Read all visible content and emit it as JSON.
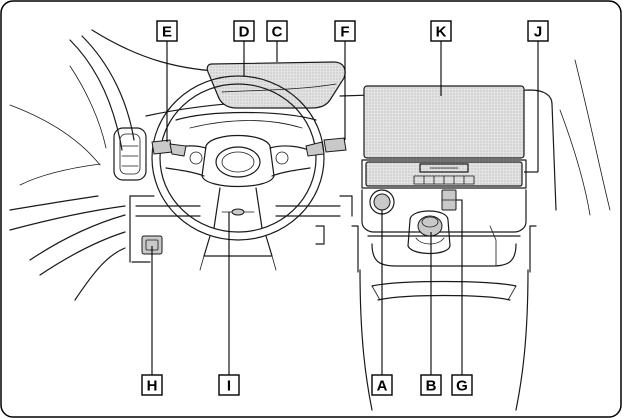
{
  "labels": {
    "A": "A",
    "B": "B",
    "C": "C",
    "D": "D",
    "E": "E",
    "F": "F",
    "G": "G",
    "H": "H",
    "I": "I",
    "J": "J",
    "K": "K"
  },
  "colors": {
    "line": "#1a1a1a",
    "highlight": "#c9c9c9",
    "background": "#ffffff"
  }
}
